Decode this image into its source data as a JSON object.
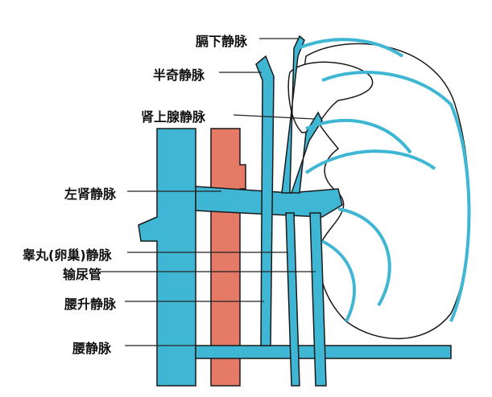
{
  "labels": {
    "inferior_phrenic": "膈下静脉",
    "hemiazygos": "半奇静脉",
    "suprarenal": "肾上腺静脉",
    "left_renal": "左肾静脉",
    "testicular": "睾丸(卵巢)静脉",
    "ureter": "输尿管",
    "ascending_lumbar": "腰升静脉",
    "lumbar": "腰静脉"
  },
  "colors": {
    "vein": "#3fb6d3",
    "artery": "#e57a66",
    "outline": "#1a1a1a"
  }
}
